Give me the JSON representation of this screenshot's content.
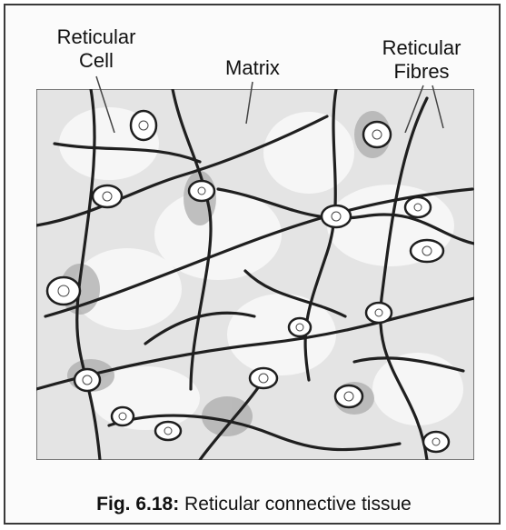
{
  "labels": {
    "reticular_cell_line1": "Reticular",
    "reticular_cell_line2": "Cell",
    "matrix": "Matrix",
    "reticular_fibres_line1": "Reticular",
    "reticular_fibres_line2": "Fibres"
  },
  "caption": {
    "figure_number": "Fig. 6.18:",
    "text": " Reticular connective tissue"
  },
  "colors": {
    "fibre": "#1f1f1f",
    "cell_shading": "#9a9a9a",
    "matrix_background": "#d8d8d8"
  }
}
